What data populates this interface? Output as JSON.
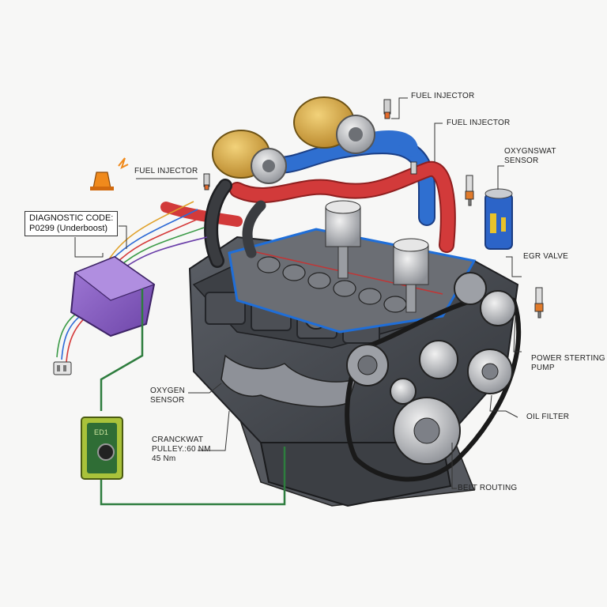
{
  "labels": {
    "fuel_injector_top": "FUEL INJECTOR",
    "fuel_injector_mid": "FUEL INJECTOR",
    "fuel_injector_left": "FUEL INJECTOR",
    "oxygen_sensor_top": [
      "OXYGNSWAT",
      "SENSOR"
    ],
    "egr_valve": "EGR VALVE",
    "power_steering": [
      "POWER STERTING",
      "PUMP"
    ],
    "oil_filter": "OIL FILTER",
    "belt_routing": "BELT ROUTING",
    "oxygen_sensor_lower": [
      "OXYGEN",
      "SENSOR"
    ],
    "crankshaft": [
      "CRANCKWAT",
      "PULLEY.:60 NM",
      "45 Nm"
    ]
  },
  "diagnostic": {
    "title": "DIAGNOSTIC CODE:",
    "code": "P0299 (Underboost)"
  },
  "module_chip_text": "ED1",
  "colors": {
    "background": "#f7f7f6",
    "engine_block": "#4a4d52",
    "engine_dark": "#2f3236",
    "turbo_gold": "#d9a93a",
    "intake_blue": "#2f6fd0",
    "charge_red": "#d23a3a",
    "ecu_purple": "#8a5cc4",
    "wire_green": "#2e7d3e",
    "sensor_blue": "#2c64c8",
    "warning_orange": "#f08a1c"
  }
}
